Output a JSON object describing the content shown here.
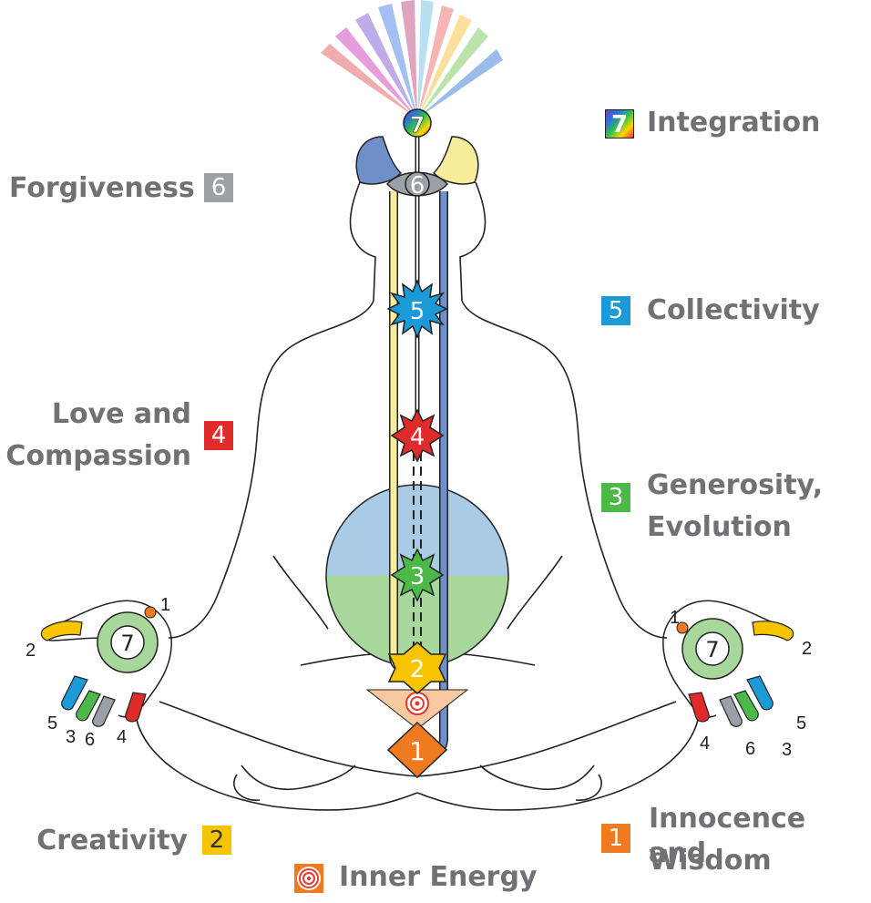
{
  "labels": {
    "integration": {
      "text": "Integration",
      "num": "7",
      "color": "#3b4cc0"
    },
    "forgiveness": {
      "text": "Forgiveness",
      "num": "6",
      "color": "#9aa0a6"
    },
    "collectivity": {
      "text": "Collectivity",
      "num": "5",
      "color": "#1a9ad6"
    },
    "love": {
      "line1": "Love and",
      "line2": "Compassion",
      "num": "4",
      "color": "#e02b2b"
    },
    "generosity": {
      "line1": "Generosity,",
      "line2": "Evolution",
      "num": "3",
      "color": "#4cb848"
    },
    "creativity": {
      "text": "Creativity",
      "num": "2",
      "color": "#f6c400"
    },
    "innocence": {
      "line1": "Innocence and",
      "line2": "Wisdom",
      "num": "1",
      "color": "#f07a20"
    },
    "inner_energy": {
      "text": "Inner Energy",
      "color": "#f07a20"
    }
  },
  "chakras": [
    "1",
    "2",
    "3",
    "4",
    "5",
    "6",
    "7"
  ],
  "hands": {
    "left": {
      "center": "7",
      "fingers": [
        "1",
        "2",
        "5",
        "3",
        "6",
        "4"
      ]
    },
    "right": {
      "center": "7",
      "fingers": [
        "1",
        "2",
        "4",
        "6",
        "3",
        "5"
      ]
    }
  }
}
